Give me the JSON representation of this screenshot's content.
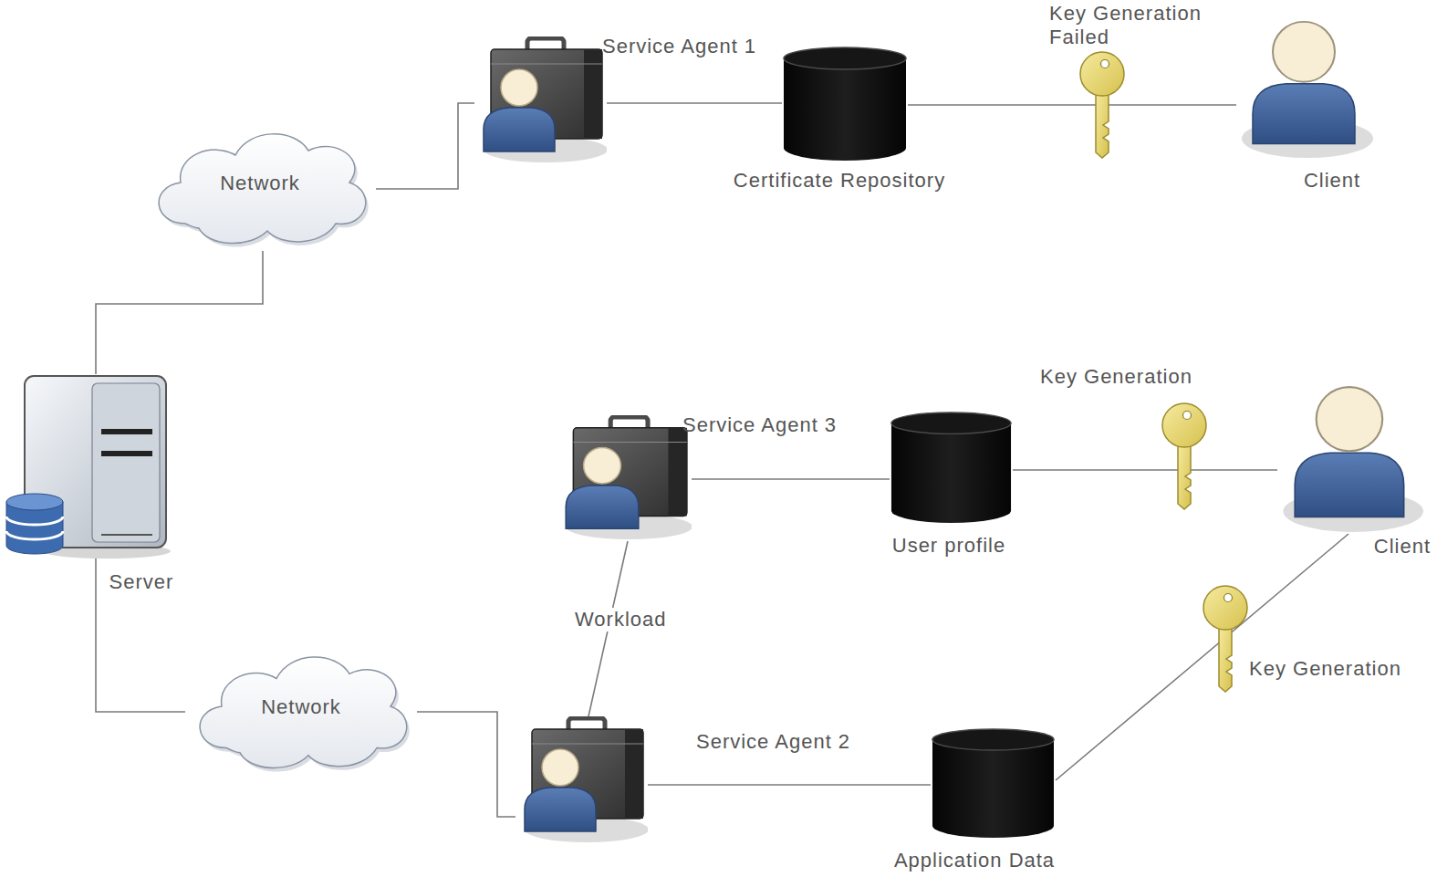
{
  "diagram": {
    "nodes": [
      {
        "text": [
          "Service Agent 1"
        ]
      },
      {
        "text": [
          "Certificate Repository"
        ]
      },
      {
        "text": [
          "Client"
        ]
      },
      {
        "text": [
          "Network"
        ]
      },
      {
        "text": [
          "Server"
        ]
      },
      {
        "text": [
          "Service Agent 3"
        ]
      },
      {
        "text": [
          "User profile"
        ]
      },
      {
        "text": [
          "Client"
        ]
      },
      {
        "text": [
          "Network"
        ]
      },
      {
        "text": [
          "Service Agent 2"
        ]
      },
      {
        "text": [
          "Application Data"
        ]
      }
    ],
    "edges": [
      {
        "from": 4,
        "to": 3,
        "arrow": "none"
      },
      {
        "from": 3,
        "to": 0,
        "arrow": "none"
      },
      {
        "from": 0,
        "to": 1,
        "arrow": "none"
      },
      {
        "from": 1,
        "to": 2,
        "label": "Key Generation Failed",
        "arrow": "none"
      },
      {
        "from": 4,
        "to": 8,
        "arrow": "none"
      },
      {
        "from": 8,
        "to": 9,
        "arrow": "none"
      },
      {
        "from": 9,
        "to": 5,
        "label": "Workload",
        "arrow": "none"
      },
      {
        "from": 5,
        "to": 6,
        "arrow": "none"
      },
      {
        "from": 6,
        "to": 7,
        "label": "Key Generation",
        "arrow": "none"
      },
      {
        "from": 9,
        "to": 10,
        "arrow": "none"
      },
      {
        "from": 10,
        "to": 7,
        "label": "Key Generation",
        "arrow": "none"
      }
    ]
  }
}
